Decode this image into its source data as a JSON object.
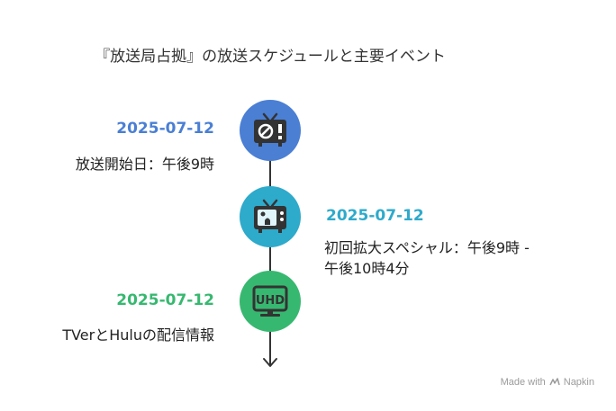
{
  "title": "『放送局占拠』の放送スケジュールと主要イベント",
  "events": [
    {
      "date": "2025-07-12",
      "description": "放送開始日：午後9時",
      "icon": "tv-no-signal-icon",
      "color": "#4a7fd4"
    },
    {
      "date": "2025-07-12",
      "description_line1": "初回拡大スペシャル：午後9時 -",
      "description_line2": "午後10時4分",
      "icon": "tv-ghost-icon",
      "color": "#2eaacb"
    },
    {
      "date": "2025-07-12",
      "description": "TVerとHuluの配信情報",
      "icon": "uhd-monitor-icon",
      "color": "#37b870"
    }
  ],
  "footer": {
    "made_with": "Made with",
    "brand": "Napkin"
  }
}
